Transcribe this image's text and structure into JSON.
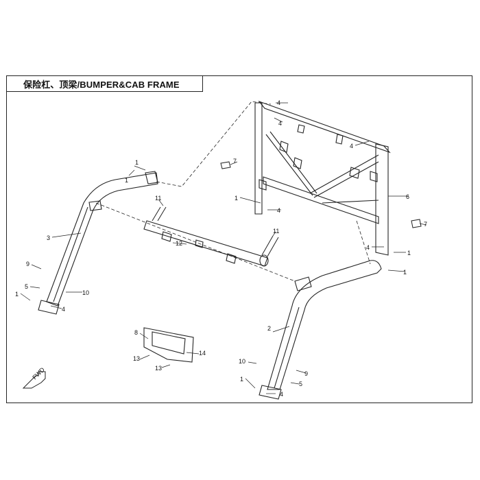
{
  "title": "保险杠、顶梁/BUMPER&CAB FRAME",
  "callouts": [
    "1",
    "1",
    "1",
    "1",
    "1",
    "1",
    "1",
    "2",
    "3",
    "4",
    "4",
    "4",
    "4",
    "4",
    "4",
    "4",
    "5",
    "5",
    "6",
    "7",
    "7",
    "8",
    "9",
    "9",
    "10",
    "10",
    "11",
    "11",
    "12",
    "13",
    "13",
    "14"
  ],
  "fwd_symbol": "FWD"
}
